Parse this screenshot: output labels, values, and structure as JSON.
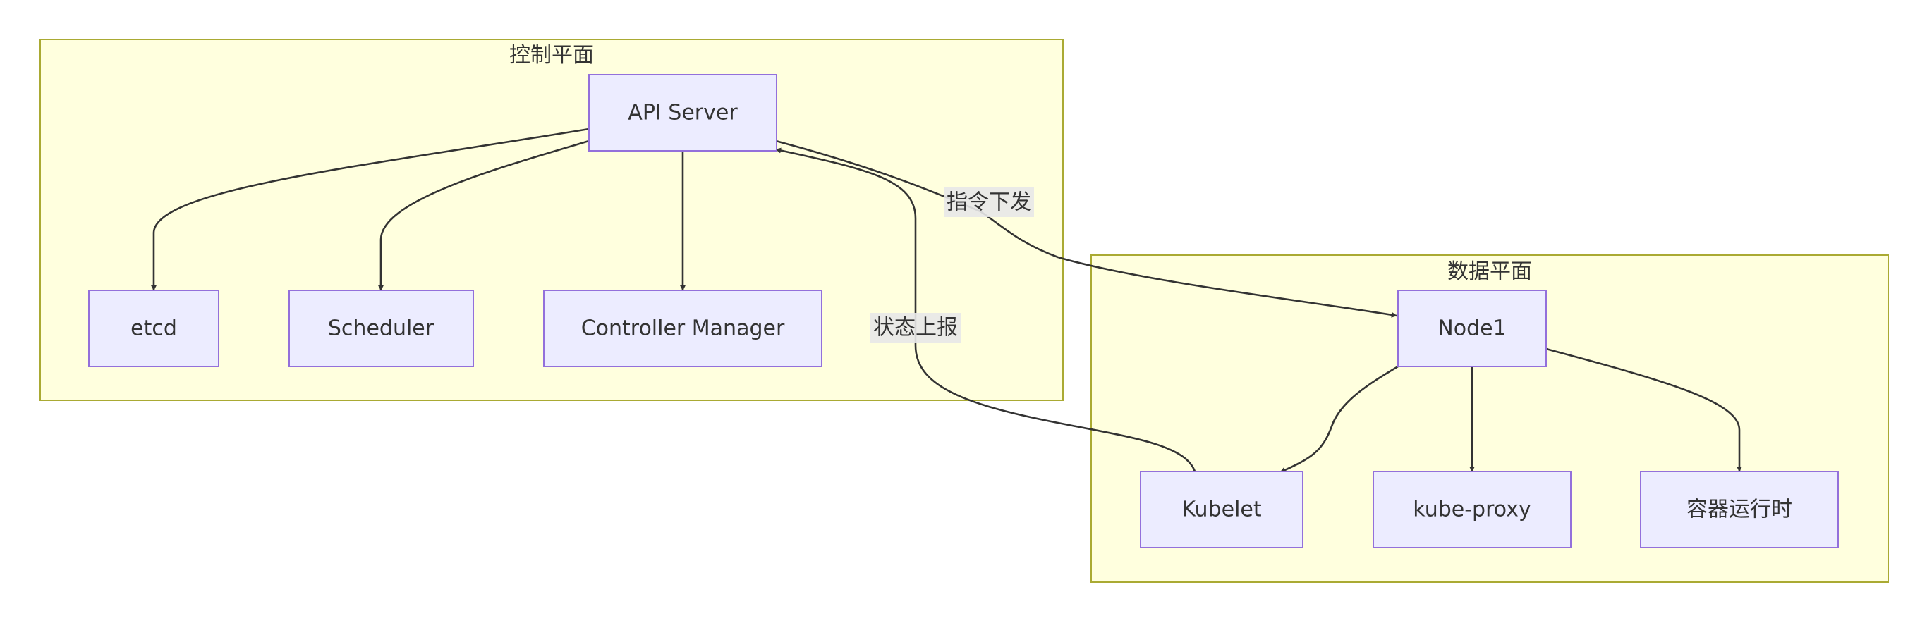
{
  "clusters": {
    "control_plane": {
      "title": "控制平面"
    },
    "data_plane": {
      "title": "数据平面"
    }
  },
  "nodes": {
    "api_server": "API Server",
    "etcd": "etcd",
    "scheduler": "Scheduler",
    "controller_manager": "Controller Manager",
    "node1": "Node1",
    "kubelet": "Kubelet",
    "kube_proxy": "kube-proxy",
    "container_runtime": "容器运行时"
  },
  "edges": {
    "command_dispatch": "指令下发",
    "status_report": "状态上报"
  },
  "colors": {
    "cluster_fill": "#ffffde",
    "cluster_stroke": "#aaaa33",
    "node_fill": "#ececff",
    "node_stroke": "#9370db",
    "edge": "#333333",
    "edge_label_bg": "#e8e8e8",
    "text": "#333333"
  }
}
